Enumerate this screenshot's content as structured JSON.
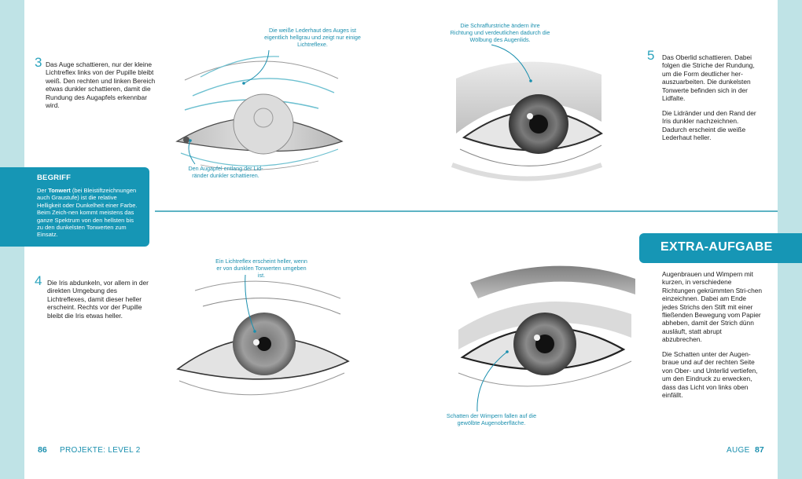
{
  "page_left": {
    "number": "86",
    "section": "PROJEKTE:",
    "level": "LEVEL 2"
  },
  "page_right": {
    "label": "AUGE",
    "number": "87"
  },
  "step3": {
    "num": "3",
    "text": "Das Auge schattieren, nur der kleine Lichtreflex links von der Pupille bleibt weiß. Den rechten und linken Bereich etwas dunkler schattieren, damit die Rundung des Augapfels erkennbar wird."
  },
  "step4": {
    "num": "4",
    "text": "Die Iris abdunkeln, vor allem in der direkten Umgebung des Lichtreflexes, damit dieser heller erscheint. Rechts vor der Pupille bleibt die Iris etwas heller."
  },
  "step5": {
    "num": "5",
    "text1": "Das Oberlid schattieren. Dabei folgen die Striche der Rundung, um die Form deutlicher her-auszuarbeiten. Die dunkelsten Tonwerte befinden sich in der Lidfalte.",
    "text2": "Die Lidränder und den Rand der Iris dunkler nachzeichnen. Dadurch erscheint die weiße Lederhaut heller."
  },
  "begriff": {
    "title": "BEGRIFF",
    "term": "Tonwert",
    "prefix": "Der",
    "text": "(bei Bleistiftzeichnungen auch Graustufe) ist die relative Helligkeit oder Dunkelheit einer Farbe. Beim Zeich-nen kommt meistens das ganze Spektrum von den hellsten bis zu den dunkelsten Tonwerten zum Einsatz."
  },
  "extra": {
    "title": "EXTRA-AUFGABE",
    "text1": "Augenbrauen und Wimpern mit kurzen, in verschiedene Richtungen gekrümmten Stri-chen einzeichnen. Dabei am Ende jedes Strichs den Stift mit einer fließenden Bewegung vom Papier abheben, damit der Strich dünn ausläuft, statt abrupt abzubrechen.",
    "text2": "Die Schatten unter der Augen-braue und auf der rechten Seite von Ober- und Unterlid vertiefen, um den Eindruck zu erwecken, dass das Licht von links oben einfällt."
  },
  "callouts": {
    "lederhaut": "Die weiße Lederhaut des Auges ist eigentlich hellgrau und zeigt nur einige Lichtreflexe.",
    "augapfel": "Den Augapfel entlang der Lid-ränder dunkler schattieren.",
    "schraffur": "Die Schraffurstriche ändern ihre Richtung und verdeutlichen dadurch die Wölbung des Augenlids.",
    "lichtreflex": "Ein Lichtreflex erscheint heller, wenn er von dunklen Tonwerten umgeben ist.",
    "wimpern": "Schatten der Wimpern fallen auf die gewölbte Augenoberfläche."
  },
  "colors": {
    "accent": "#1696b5",
    "callout": "#1a8fae",
    "edge": "#bfe3e6"
  }
}
